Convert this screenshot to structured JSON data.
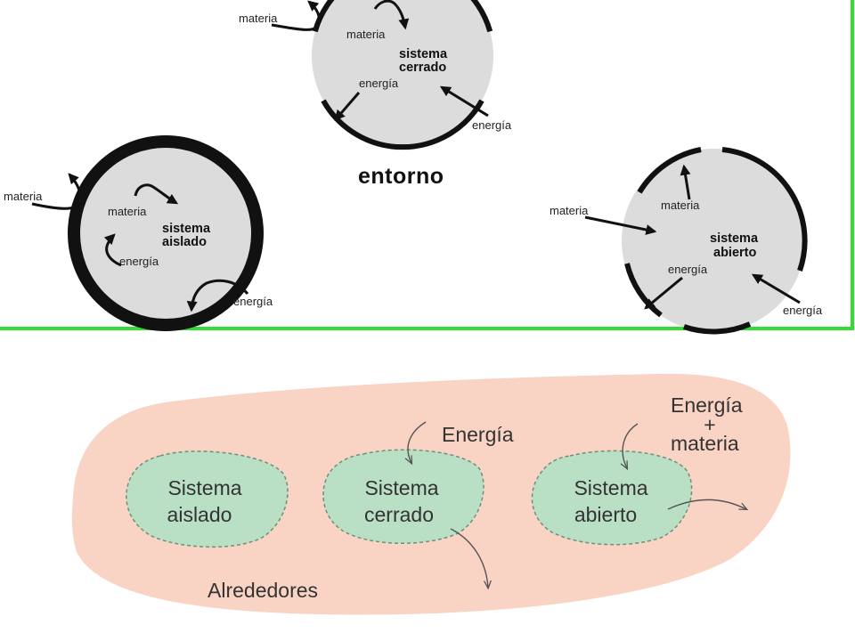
{
  "top": {
    "entorno": "entorno",
    "closed": {
      "title_line1": "sistema",
      "title_line2": "cerrado",
      "materia_inside": "materia",
      "materia_outside": "materia",
      "energia_inside": "energía",
      "energia_outside": "energía"
    },
    "isolated": {
      "title_line1": "sistema",
      "title_line2": "aislado",
      "materia_inside": "materia",
      "materia_outside": "materia",
      "energia_inside": "energía",
      "energia_outside": "energía"
    },
    "open": {
      "title_line1": "sistema",
      "title_line2": "abierto",
      "materia_inside": "materia",
      "materia_outside": "materia",
      "energia_inside": "energía",
      "energia_outside": "energía"
    }
  },
  "bottom": {
    "isolated": {
      "line1": "Sistema",
      "line2": "aislado"
    },
    "closed": {
      "line1": "Sistema",
      "line2": "cerrado"
    },
    "open": {
      "line1": "Sistema",
      "line2": "abierto"
    },
    "energia": "Energía",
    "energia_materia_line1": "Energía",
    "energia_materia_plus": "+",
    "energia_materia_line2": "materia",
    "alrededores": "Alrededores"
  },
  "colors": {
    "frame": "#33dd33",
    "system_fill": "#dcdcdc",
    "surroundings": "#f9d3c4",
    "blob": "#b9dfc4",
    "blob_border": "#6f8f7a"
  }
}
